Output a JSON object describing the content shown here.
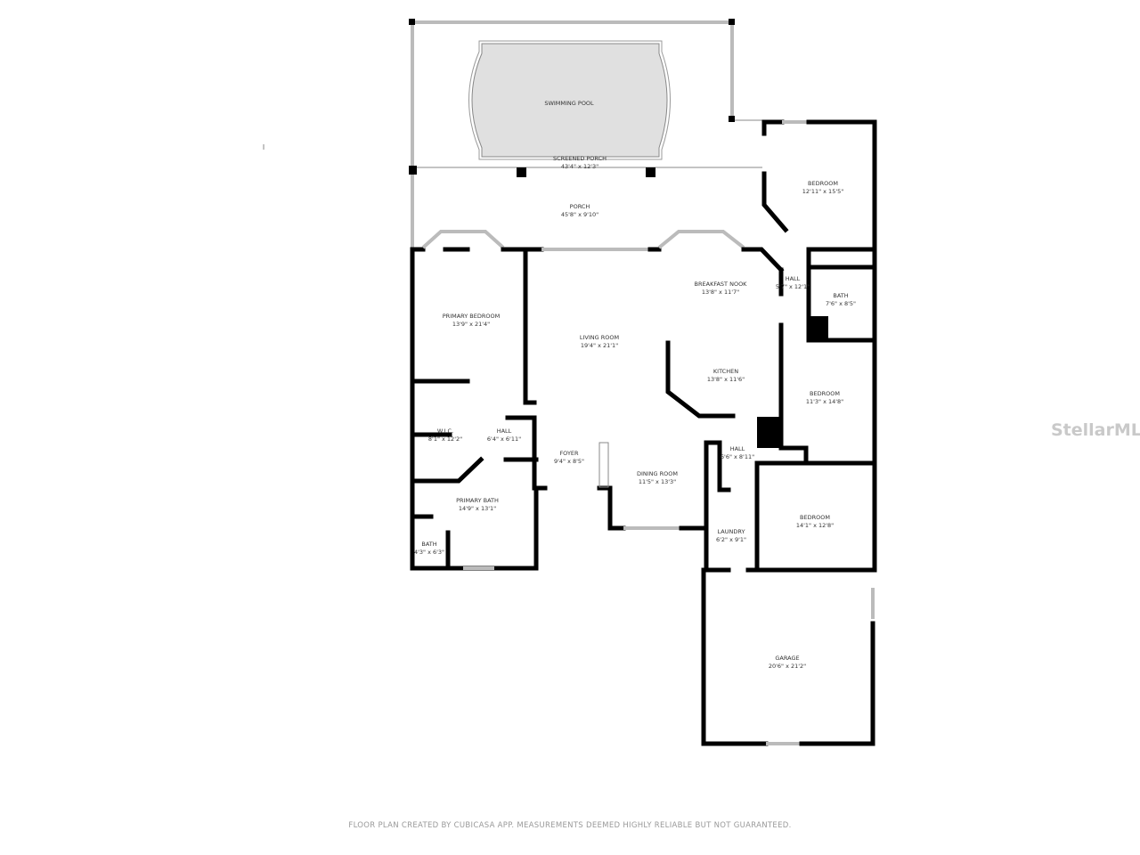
{
  "rooms": [
    {
      "name": "SWIMMING POOL",
      "size": ""
    },
    {
      "name": "SCREENED PORCH",
      "size": "43'4\" x 12'3\""
    },
    {
      "name": "PORCH",
      "size": "45'8\" x 9'10\""
    },
    {
      "name": "BEDROOM",
      "size": "12'11\" x 15'5\""
    },
    {
      "name": "BREAKFAST NOOK",
      "size": "13'8\" x 11'7\""
    },
    {
      "name": "HALL",
      "size": "5'7\" x 12'1\""
    },
    {
      "name": "BATH",
      "size": "7'6\" x 8'5\""
    },
    {
      "name": "PRIMARY BEDROOM",
      "size": "13'9\" x 21'4\""
    },
    {
      "name": "LIVING ROOM",
      "size": "19'4\" x 21'1\""
    },
    {
      "name": "KITCHEN",
      "size": "13'8\" x 11'6\""
    },
    {
      "name": "BEDROOM",
      "size": "11'3\" x 14'8\""
    },
    {
      "name": "W.I.C.",
      "size": "8'1\" x 12'2\""
    },
    {
      "name": "HALL",
      "size": "6'4\" x 6'11\""
    },
    {
      "name": "FOYER",
      "size": "9'4\" x 8'5\""
    },
    {
      "name": "HALL",
      "size": "6'6\" x 8'11\""
    },
    {
      "name": "DINING ROOM",
      "size": "11'5\" x 13'3\""
    },
    {
      "name": "PRIMARY BATH",
      "size": "14'9\" x 13'1\""
    },
    {
      "name": "BEDROOM",
      "size": "14'1\" x 12'8\""
    },
    {
      "name": "LAUNDRY",
      "size": "6'2\" x 9'1\""
    },
    {
      "name": "BATH",
      "size": "4'3\" x 6'3\""
    },
    {
      "name": "GARAGE",
      "size": "20'6\" x 21'2\""
    }
  ],
  "footer": "FLOOR PLAN CREATED BY CUBICASA APP. MEASUREMENTS DEEMED HIGHLY RELIABLE BUT NOT GUARANTEED.",
  "watermark": "StellarMLS",
  "colors": {
    "wall": "#000000",
    "pool": "#e0e0e0",
    "screen": "#bbbbbb"
  }
}
